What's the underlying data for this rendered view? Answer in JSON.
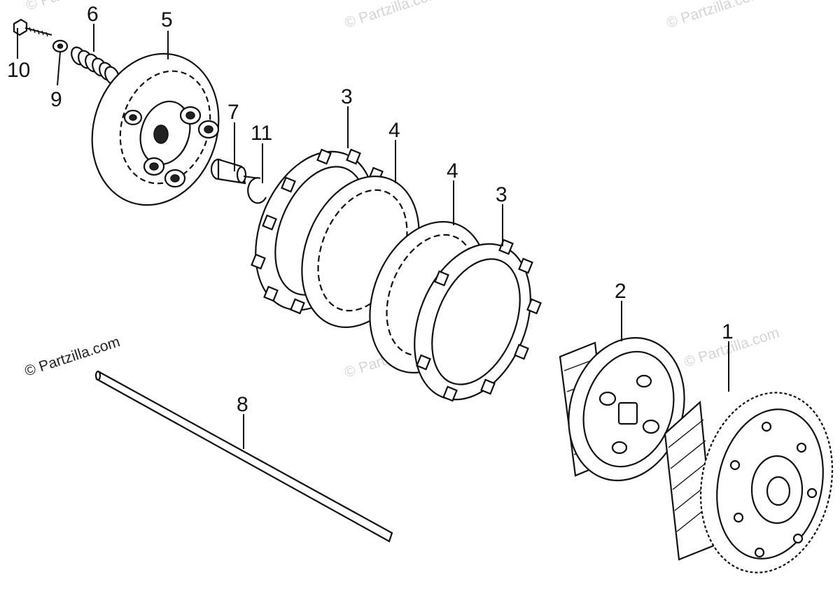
{
  "watermarks": {
    "main": "© Partzilla.com",
    "faint": "© Partzilla.com"
  },
  "callouts": {
    "c1": "1",
    "c2": "2",
    "c3a": "3",
    "c3b": "3",
    "c4a": "4",
    "c4b": "4",
    "c5": "5",
    "c6": "6",
    "c7": "7",
    "c8": "8",
    "c9": "9",
    "c10": "10",
    "c11": "11"
  },
  "parts": [
    {
      "ref": "1",
      "icon": "clutch-outer-gear-icon"
    },
    {
      "ref": "2",
      "icon": "clutch-center-hub-icon"
    },
    {
      "ref": "3",
      "icon": "friction-disc-icon"
    },
    {
      "ref": "4",
      "icon": "clutch-plate-icon"
    },
    {
      "ref": "5",
      "icon": "pressure-plate-icon"
    },
    {
      "ref": "6",
      "icon": "clutch-spring-icon"
    },
    {
      "ref": "7",
      "icon": "lifter-piece-icon"
    },
    {
      "ref": "8",
      "icon": "lifter-rod-icon"
    },
    {
      "ref": "9",
      "icon": "washer-icon"
    },
    {
      "ref": "10",
      "icon": "bolt-icon"
    },
    {
      "ref": "11",
      "icon": "circlip-icon"
    }
  ]
}
